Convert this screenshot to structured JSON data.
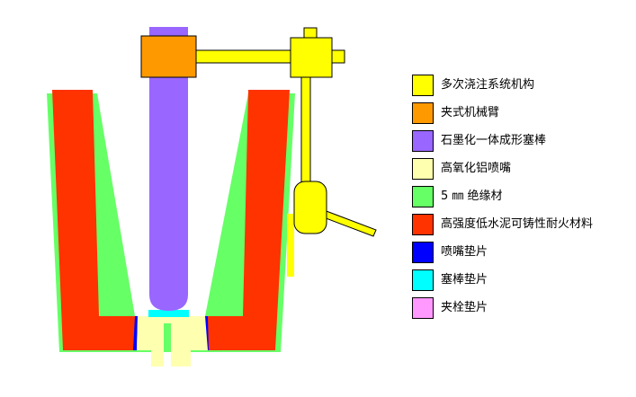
{
  "colors": {
    "background": "#ffffff",
    "outline": "#000000",
    "yellow_mechanism": "#ffff00",
    "orange_arm": "#ff9900",
    "purple_stopper": "#9966ff",
    "pale_nozzle": "#ffffb0",
    "green_insulation": "#66ff66",
    "red_refractory": "#ff3300",
    "blue_nozzle_pad": "#0000ff",
    "cyan_stopper_pad": "#00ffff",
    "pink_clamp_pad": "#ff99ff"
  },
  "legend": {
    "items": [
      {
        "label": "多次浇注系统机构",
        "color": "#ffff00"
      },
      {
        "label": "夹式机械臂",
        "color": "#ff9900"
      },
      {
        "label": "石墨化一体成形塞棒",
        "color": "#9966ff"
      },
      {
        "label": "高氧化铝喷嘴",
        "color": "#ffffb0"
      },
      {
        "label": "5 ㎜ 绝缘材",
        "color": "#66ff66"
      },
      {
        "label": "高强度低水泥可铸性耐火材料",
        "color": "#ff3300"
      },
      {
        "label": "喷嘴垫片",
        "color": "#0000ff"
      },
      {
        "label": "塞棒垫片",
        "color": "#00ffff"
      },
      {
        "label": "夹栓垫片",
        "color": "#ff99ff"
      }
    ]
  }
}
